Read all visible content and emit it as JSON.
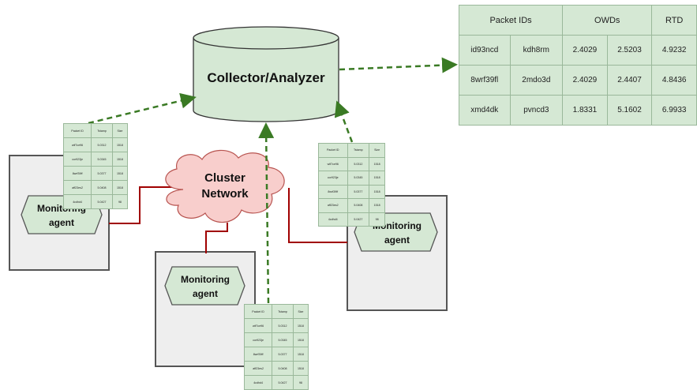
{
  "collector": {
    "label": "Collector/Analyzer"
  },
  "cloud": {
    "line1": "Cluster",
    "line2": "Network"
  },
  "agents": [
    {
      "line1": "Monitoring",
      "line2": "agent"
    },
    {
      "line1": "Monitoring",
      "line2": "agent"
    },
    {
      "line1": "Monitoring",
      "line2": "agent"
    }
  ],
  "result_table": {
    "headers": [
      "Packet IDs",
      "OWDs",
      "RTD"
    ],
    "rows": [
      [
        "id93ncd",
        "kdh8rm",
        "2.4029",
        "2.5203",
        "4.9232"
      ],
      [
        "8wrf39fl",
        "2mdo3d",
        "2.4029",
        "2.4407",
        "4.8436"
      ],
      [
        "xmd4dk",
        "pvncd3",
        "1.8331",
        "5.1602",
        "6.9933"
      ]
    ]
  },
  "mini_table": {
    "headers": [
      "Packet ID",
      "Tstamp",
      "Size"
    ],
    "rows": [
      [
        "wlf7ce96",
        "5.0312",
        "1518"
      ],
      [
        "cor923je",
        "5.0345",
        "1518"
      ],
      [
        "8wrf39ff",
        "5.0377",
        "1518"
      ],
      [
        "aff23es2",
        "5.0408",
        "1518"
      ],
      [
        "4cdhd4",
        "5.0427",
        "98"
      ]
    ]
  },
  "colors": {
    "box_fill": "#eeeeee",
    "box_stroke": "#555555",
    "green_fill": "#d5e8d4",
    "green_stroke": "#82b366",
    "cloud_fill": "#f8cecc",
    "cloud_stroke": "#b85450",
    "link_red": "#a00000",
    "arrow_green": "#3a7a24"
  }
}
